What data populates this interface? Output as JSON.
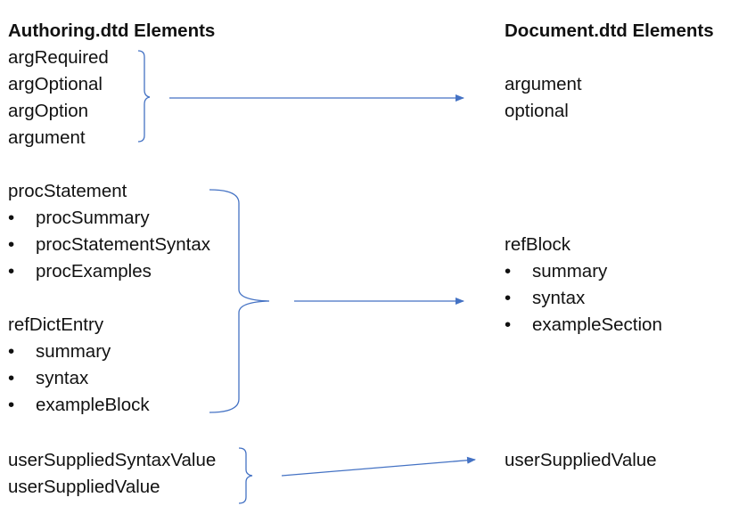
{
  "left_header": "Authoring.dtd Elements",
  "right_header": "Document.dtd Elements",
  "groups": [
    {
      "left": [
        "argRequired",
        "argOptional",
        "argOption",
        "argument"
      ],
      "right": [
        "argument",
        "optional"
      ]
    },
    {
      "left_a_title": "procStatement",
      "left_a_items": [
        "procSummary",
        "procStatementSyntax",
        "procExamples"
      ],
      "left_b_title": "refDictEntry",
      "left_b_items": [
        "summary",
        "syntax",
        "exampleBlock"
      ],
      "right_title": "refBlock",
      "right_items": [
        "summary",
        "syntax",
        "exampleSection"
      ]
    },
    {
      "left": [
        "userSuppliedSyntaxValue",
        "userSuppliedValue"
      ],
      "right": [
        "userSuppliedValue"
      ]
    }
  ],
  "bullet": "•",
  "colors": {
    "connector": "#4472c4",
    "text": "#111111"
  }
}
